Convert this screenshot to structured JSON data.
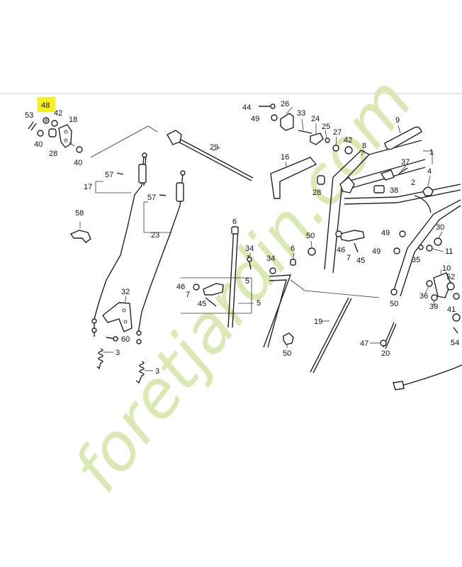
{
  "diagram": {
    "highlight_color": "#f5ef1c",
    "watermark": {
      "text": "foretjardin.com",
      "colors": {
        "light_green": "#d9e7b0",
        "orange": "#f5d4a8",
        "tan": "#e6d2b2"
      }
    },
    "labels": {
      "l48": "48",
      "l53": "53",
      "l42": "42",
      "l18": "18",
      "l40a": "40",
      "l28a": "28",
      "l40b": "40",
      "l44": "44",
      "l26": "26",
      "l49a": "49",
      "l33": "33",
      "l24": "24",
      "l25": "25",
      "l27": "27",
      "l42b": "42",
      "l8": "8",
      "l9": "9",
      "l29": "29",
      "l57a": "57",
      "l17": "17",
      "l57b": "57",
      "l16": "16",
      "l28b": "28",
      "l1": "1",
      "l37": "37",
      "l4": "4",
      "l2": "2",
      "l38": "38",
      "l58": "58",
      "l23": "23",
      "l6a": "6",
      "l50a": "50",
      "l49b": "49",
      "l46a": "46",
      "l7a": "7",
      "l45a": "45",
      "l49c": "49",
      "l30": "30",
      "l11": "11",
      "l34a": "34",
      "l34b": "34",
      "l6b": "6",
      "l35": "35",
      "l10": "10",
      "l5a": "5",
      "l52": "52",
      "l46b": "46",
      "l7b": "7",
      "l45b": "45",
      "l32": "32",
      "l5b": "5",
      "l36": "36",
      "l39": "39",
      "l41": "41",
      "l50b": "50",
      "l19": "19",
      "l60": "60",
      "l3a": "3",
      "l47": "47",
      "l20": "20",
      "l54": "54",
      "l50c": "50",
      "l3b": "3"
    }
  }
}
